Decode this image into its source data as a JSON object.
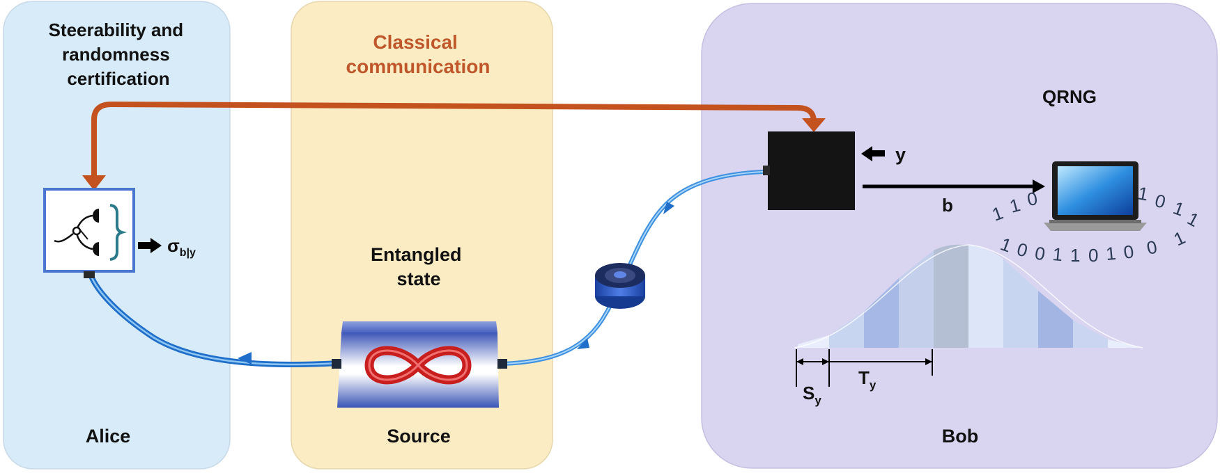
{
  "panels": {
    "alice": {
      "title_lines": [
        "Steerability and",
        "randomness",
        "certification"
      ],
      "footer": "Alice",
      "output_symbol": "σ",
      "output_subscript": "b|y",
      "fill": "#d8ebf9"
    },
    "source": {
      "title_lines": [
        "Classical",
        "communication"
      ],
      "state_lines": [
        "Entangled",
        "state"
      ],
      "footer": "Source",
      "title_color": "#c0572b",
      "fill": "#fbecc4"
    },
    "bob": {
      "title": "QRNG",
      "input_label": "y",
      "output_label": "b",
      "s_symbol": "S",
      "s_subscript": "y",
      "t_symbol": "T",
      "t_subscript": "y",
      "footer": "Bob",
      "fill": "#d9d5f1",
      "bits_row1": [
        "1",
        "1",
        "0"
      ],
      "bits_row2": [
        "1",
        "0",
        "1",
        "1"
      ],
      "bits_row3": [
        "1",
        "0",
        "0",
        "1",
        "1",
        "0",
        "1",
        "0",
        "0",
        "1"
      ]
    }
  },
  "colors": {
    "classical_arrow": "#c4521f",
    "quantum_fiber": "#2f86d8",
    "box": "#141414"
  },
  "icons": {
    "measurement": "detector-icon",
    "source": "infinity-icon",
    "fiber": "fiber-spool-icon",
    "computer": "laptop-icon"
  }
}
